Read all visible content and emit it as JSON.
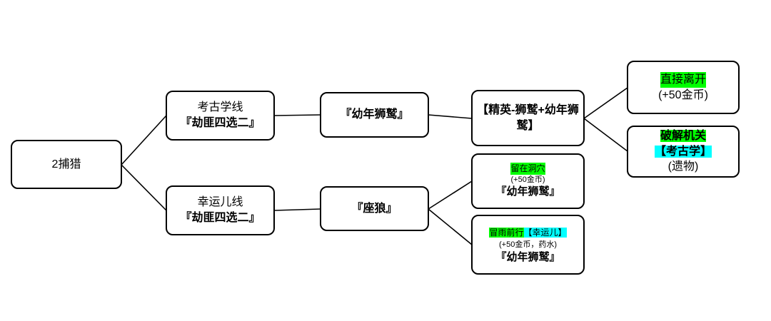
{
  "diagram": {
    "colors": {
      "highlight_green": "#00ff00",
      "highlight_cyan": "#00ffff",
      "border": "#000000",
      "background": "#ffffff"
    },
    "nodes": {
      "hunt": {
        "label": "2捕猎"
      },
      "archaeology_line": {
        "title": "考古学线",
        "subtitle": "『劫匪四选二』"
      },
      "lucky_line": {
        "title": "幸运儿线",
        "subtitle": "『劫匪四选二』"
      },
      "young_griffin": {
        "label": "『幼年狮鹫』"
      },
      "warg": {
        "label": "『座狼』"
      },
      "elite_encounter": {
        "label": "【精英-狮鹫+幼年狮鹫】"
      },
      "leave_directly": {
        "action": "直接离开",
        "reward": "(+50金币)"
      },
      "decode_mechanism": {
        "action": "破解机关",
        "requirement": "【考古学】",
        "reward": "(遗物)"
      },
      "stay_in_cave": {
        "action": "留在洞穴",
        "reward": "(+50金币)",
        "result": "『幼年狮鹫』"
      },
      "advance_in_rain": {
        "action": "冒雨前行",
        "requirement": "【幸运儿】",
        "reward": "(+50金币，药水)",
        "result": "『幼年狮鹫』"
      }
    }
  }
}
